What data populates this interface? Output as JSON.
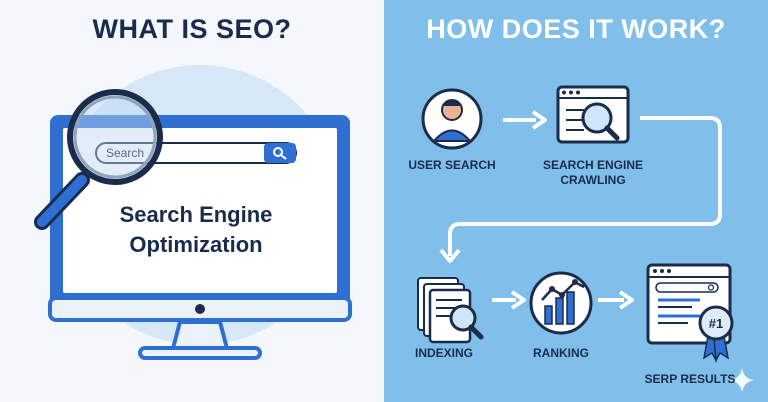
{
  "left_panel": {
    "title": "WHAT IS SEO?",
    "search_placeholder": "Search",
    "headline_line1": "Search Engine",
    "headline_line2": "Optimization"
  },
  "right_panel": {
    "title": "HOW DOES IT WORK?",
    "steps": [
      {
        "label": "USER SEARCH",
        "icon": "user-icon"
      },
      {
        "label_line1": "SEARCH ENGINE",
        "label_line2": "CRAWLING",
        "icon": "crawler-browser-icon"
      },
      {
        "label": "INDEXING",
        "icon": "documents-magnifier-icon"
      },
      {
        "label": "RANKING",
        "icon": "bar-chart-trend-icon"
      },
      {
        "label": "SERP RESULTS",
        "icon": "results-page-badge-icon",
        "badge": "#1"
      }
    ]
  },
  "colors": {
    "navy": "#1b2b4c",
    "accent_blue": "#2f6fd1",
    "right_background": "#7fbfe9",
    "left_background": "#f4f8fc"
  }
}
